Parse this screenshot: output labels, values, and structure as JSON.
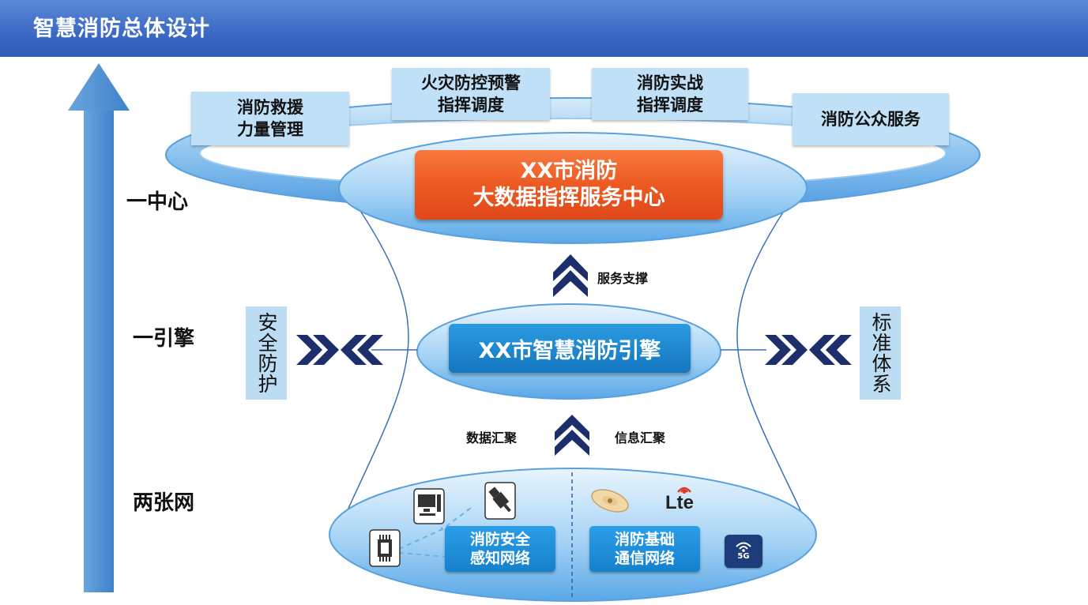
{
  "header": {
    "title": "智慧消防总体设计"
  },
  "levels": {
    "center": "一中心",
    "engine": "一引擎",
    "networks": "两张网"
  },
  "top_modules": {
    "rescue": "消防救援\n力量管理",
    "fire_warning": "火灾防控预警\n指挥调度",
    "combat": "消防实战\n指挥调度",
    "public_service": "消防公众服务"
  },
  "center_box": "XX市消防\n大数据指挥服务中心",
  "engine_box": "XX市智慧消防引擎",
  "side": {
    "security": "安全防护",
    "standard": "标准体系"
  },
  "flow_labels": {
    "service_support": "服务支撑",
    "data_gather": "数据汇聚",
    "info_gather": "信息汇聚"
  },
  "networks": {
    "sensing": "消防安全\n感知网络",
    "comm": "消防基础\n通信网络"
  },
  "icons": {
    "lte_text": "Lte",
    "fiveg_text": "5G"
  },
  "colors": {
    "header": "#3a68c4",
    "center_orange": "#ec5a22",
    "engine_blue": "#1477c0",
    "chevron_navy": "#1c2f6b",
    "arrow_blue": "#5b97d3"
  }
}
